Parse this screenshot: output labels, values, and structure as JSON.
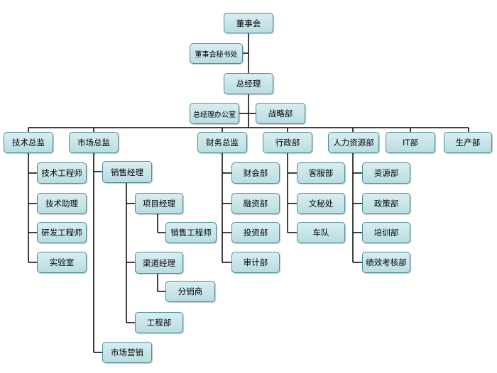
{
  "org": {
    "board": "董事会",
    "board_secretary": "董事会秘书处",
    "gm": "总经理",
    "gm_office": "总经理办公室",
    "strategy": "战略部",
    "tech_director": "技术总监",
    "tech_engineer": "技术工程师",
    "tech_assistant": "技术助理",
    "rd_engineer": "研发工程师",
    "lab": "实验室",
    "market_director": "市场总监",
    "sales_manager": "销售经理",
    "project_manager": "项目经理",
    "sales_engineer": "销售工程师",
    "channel_manager": "渠道经理",
    "distributor": "分销商",
    "engineering": "工程部",
    "marketing": "市场营销",
    "finance_director": "财务总监",
    "accounting": "财会部",
    "financing": "融资部",
    "investment": "投资部",
    "audit": "审计部",
    "admin": "行政部",
    "customer_service": "客服部",
    "secretariat": "文秘处",
    "fleet": "车队",
    "hr": "人力资源部",
    "resources": "资源部",
    "policy": "政策部",
    "training": "培训部",
    "performance": "绩效考核部",
    "it": "IT部",
    "production": "生产部"
  }
}
